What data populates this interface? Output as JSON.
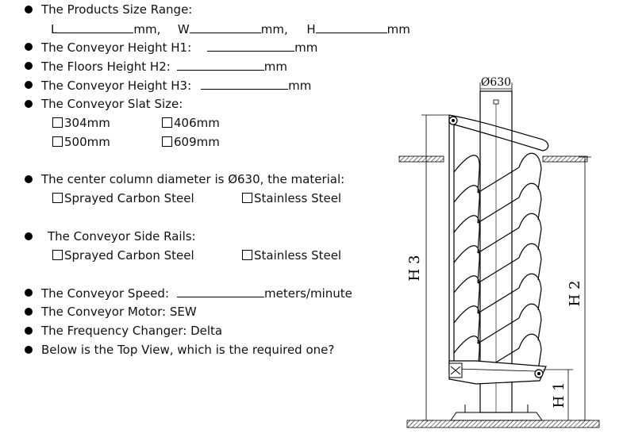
{
  "questions": {
    "size_range": "The Products Size Range:",
    "l_label": "L",
    "w_label": "W",
    "h_label": "H",
    "unit_mm": "mm,",
    "unit_mm_plain": "mm",
    "h1": "The Conveyor Height H1:",
    "h2": "The Floors Height H2:",
    "h3": "The Conveyor Height H3:",
    "slat": "The Conveyor Slat Size:",
    "slat_options": [
      "304mm",
      "406mm",
      "500mm",
      "609mm"
    ],
    "column": "The center column diameter is Ø630, the material:",
    "material_options": [
      "Sprayed Carbon Steel",
      "Stainless Steel"
    ],
    "side_rails": "The Conveyor Side Rails:",
    "rail_options": [
      "Sprayed Carbon Steel",
      "Stainless Steel"
    ],
    "speed": "The Conveyor Speed:",
    "speed_unit": "meters/minute",
    "motor": "The Conveyor Motor: SEW",
    "freq": "The Frequency Changer: Delta",
    "top_view": "Below is the Top View, which is the required one?"
  },
  "drawing": {
    "diameter": "Ø630",
    "h1": "H 1",
    "h2": "H 2",
    "h3": "H 3"
  }
}
